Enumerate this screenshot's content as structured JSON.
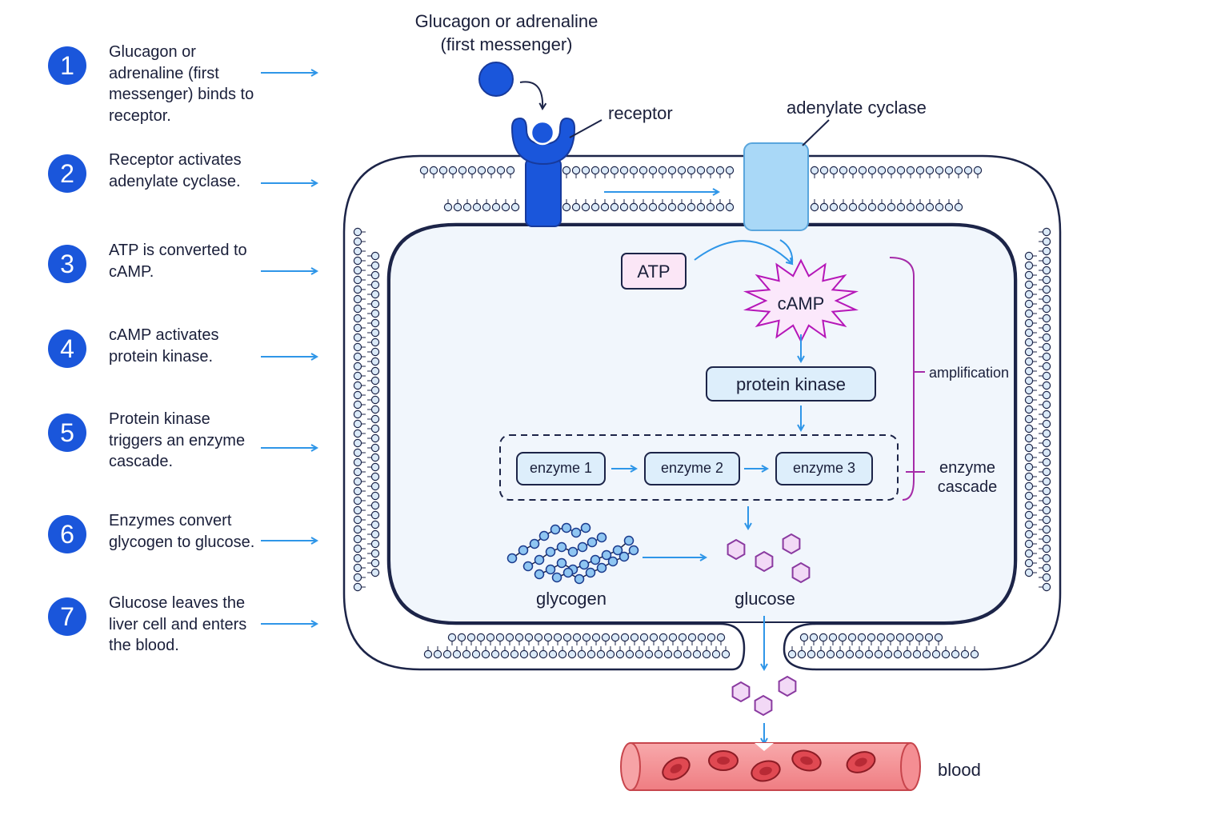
{
  "steps": [
    {
      "number": "1",
      "text": "Glucagon or adrenaline (first messenger) binds to receptor."
    },
    {
      "number": "2",
      "text": "Receptor activates adenylate cyclase."
    },
    {
      "number": "3",
      "text": "ATP is converted to cAMP."
    },
    {
      "number": "4",
      "text": "cAMP activates protein kinase."
    },
    {
      "number": "5",
      "text": "Protein kinase triggers an enzyme cascade."
    },
    {
      "number": "6",
      "text": "Enzymes convert glycogen to glucose."
    },
    {
      "number": "7",
      "text": "Glucose leaves the liver cell and enters the blood."
    }
  ],
  "labels": {
    "first_messenger_line1": "Glucagon or adrenaline",
    "first_messenger_line2": "(first messenger)",
    "receptor": "receptor",
    "adenylate_cyclase": "adenylate cyclase",
    "atp": "ATP",
    "camp": "cAMP",
    "protein_kinase": "protein kinase",
    "enzyme1": "enzyme 1",
    "enzyme2": "enzyme 2",
    "enzyme3": "enzyme 3",
    "amplification": "amplification",
    "enzyme_cascade_line1": "enzyme",
    "enzyme_cascade_line2": "cascade",
    "glycogen": "glycogen",
    "glucose": "glucose",
    "blood": "blood"
  },
  "colors": {
    "step_badge": "#1a56db",
    "arrow": "#2f96e8",
    "receptor": "#1a56db",
    "adenylate_cyclase": "#a9d8f7",
    "atp_fill": "#fbe6f6",
    "camp_stroke": "#b517b8",
    "bracket": "#a52ba8",
    "membrane_outline": "#1c2448",
    "cytoplasm": "#f1f6fc",
    "blood_vessel": "#f28b8e",
    "red_cell": "#d83a45"
  }
}
